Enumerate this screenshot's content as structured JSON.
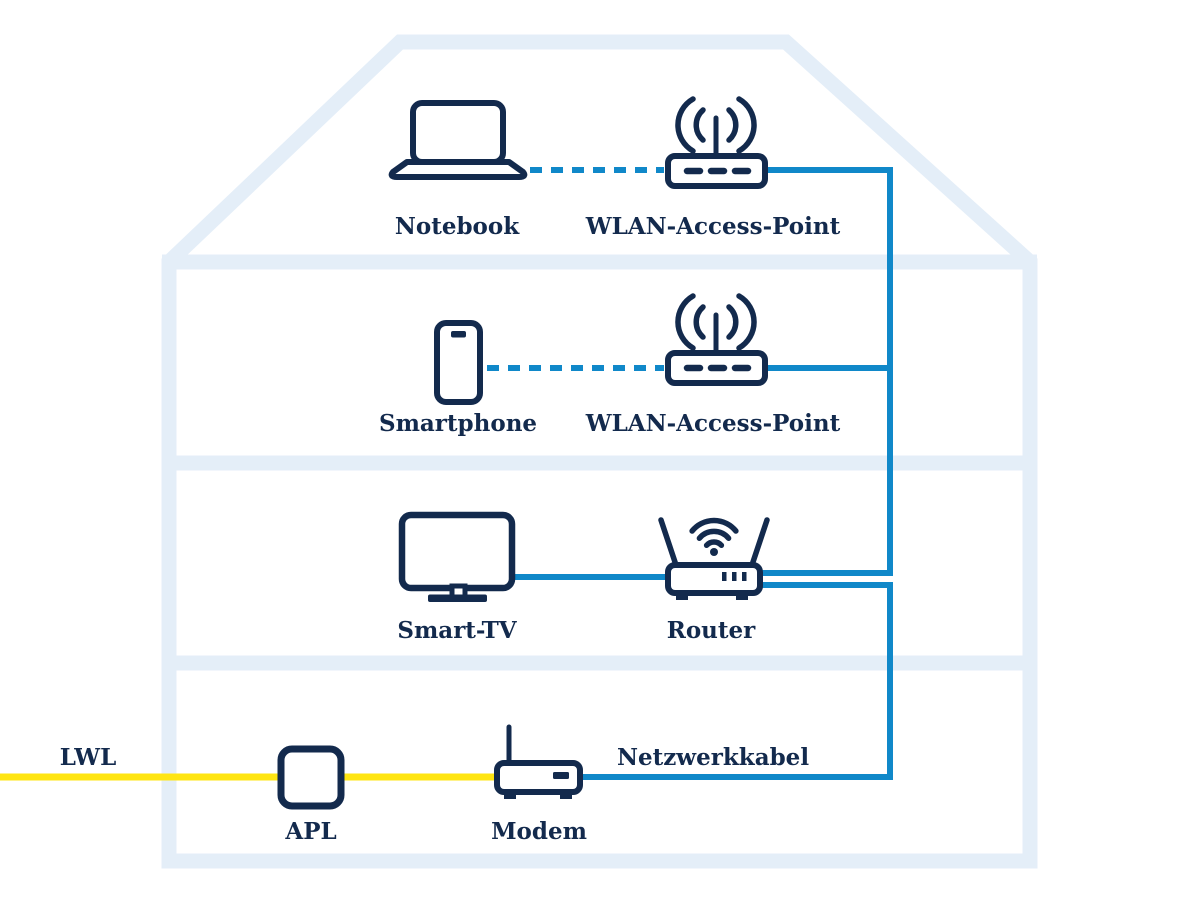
{
  "palette": {
    "navy": "#132a4d",
    "cable_blue": "#1088c9",
    "fiber_yellow": "#ffe512",
    "house_outline": "#e4eef8",
    "background": "#ffffff"
  },
  "floors": [
    {
      "devices": [
        {
          "icon": "notebook-icon",
          "label": "Notebook"
        },
        {
          "icon": "wlan-access-point-icon",
          "label": "WLAN-Access-Point"
        }
      ]
    },
    {
      "devices": [
        {
          "icon": "smartphone-icon",
          "label": "Smartphone"
        },
        {
          "icon": "wlan-access-point-icon",
          "label": "WLAN-Access-Point"
        }
      ]
    },
    {
      "devices": [
        {
          "icon": "smart-tv-icon",
          "label": "Smart-TV"
        },
        {
          "icon": "router-icon",
          "label": "Router"
        }
      ]
    },
    {
      "devices": [
        {
          "icon": "apl-icon",
          "label": "APL"
        },
        {
          "icon": "modem-icon",
          "label": "Modem"
        }
      ]
    }
  ],
  "cable_labels": {
    "lwl": "LWL",
    "netzwerkkabel": "Netzwerkkabel"
  }
}
